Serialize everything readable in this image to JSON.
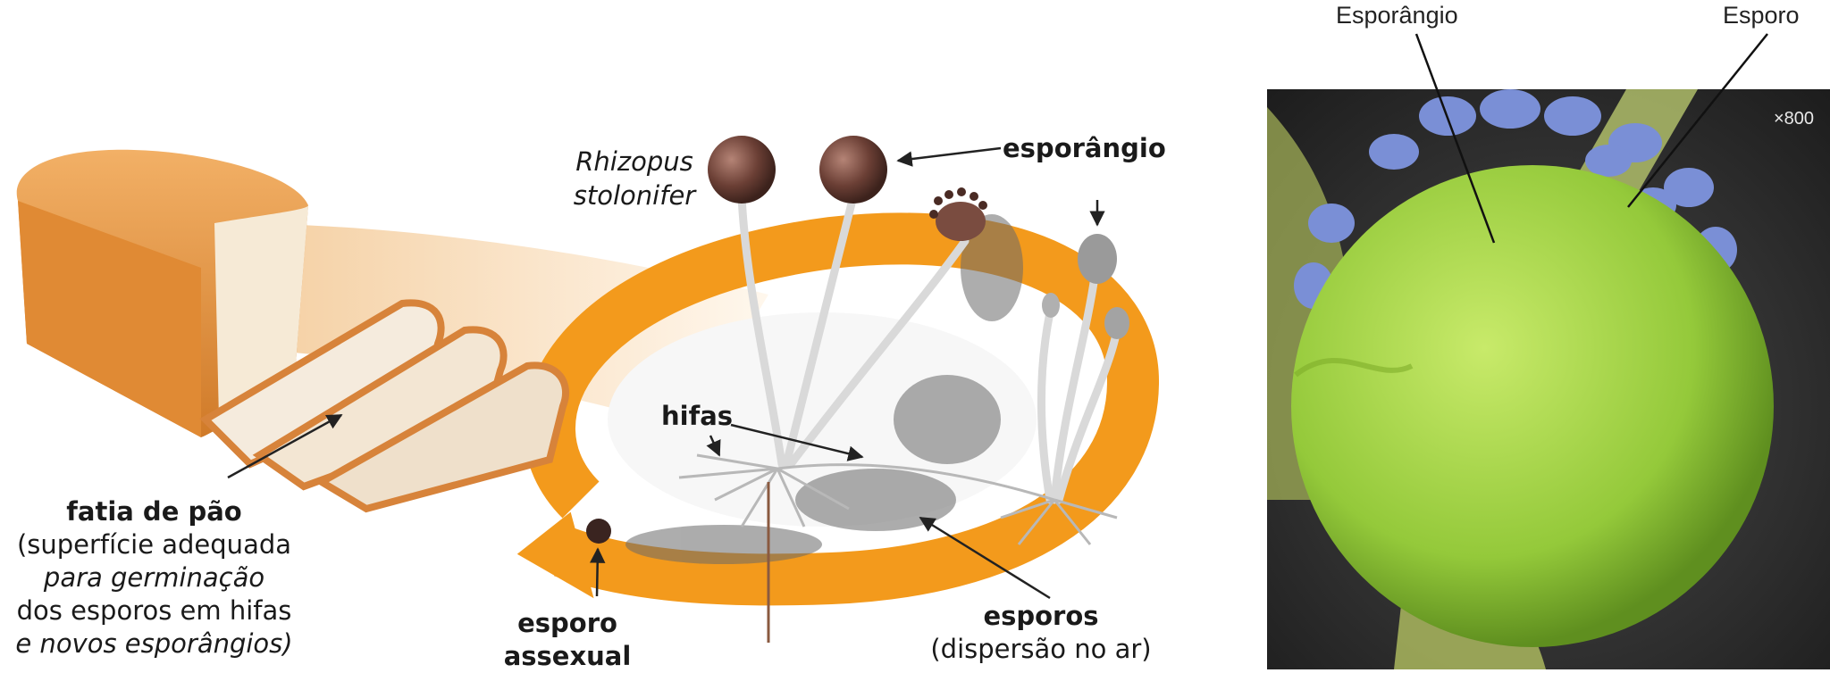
{
  "diagram": {
    "organism_name": [
      "Rhizopus",
      "stolonifer"
    ],
    "sporangium_label": "esporângio",
    "hyphae_label": "hifas",
    "bread_slice_title": "fatia de pão",
    "bread_slice_desc": [
      "(superfície adequada",
      "para germinação",
      "dos esporos em hifas",
      "e novos esporângios)"
    ],
    "asexual_spore_label": [
      "esporo",
      "assexual"
    ],
    "spores_title": "esporos",
    "spores_desc": "(dispersão no ar)"
  },
  "micrograph": {
    "sporangium_label": "Esporângio",
    "spore_label": "Esporo",
    "magnification": "×800"
  },
  "colors": {
    "cycle_arrow": "#f39a1c",
    "bread_crust": "#e89a45",
    "sporangium_head": "#6b3f35",
    "photo_sporangium": "#9fd23c",
    "photo_spores": "#7a8fd6",
    "photo_background": "#2c2c2c"
  }
}
